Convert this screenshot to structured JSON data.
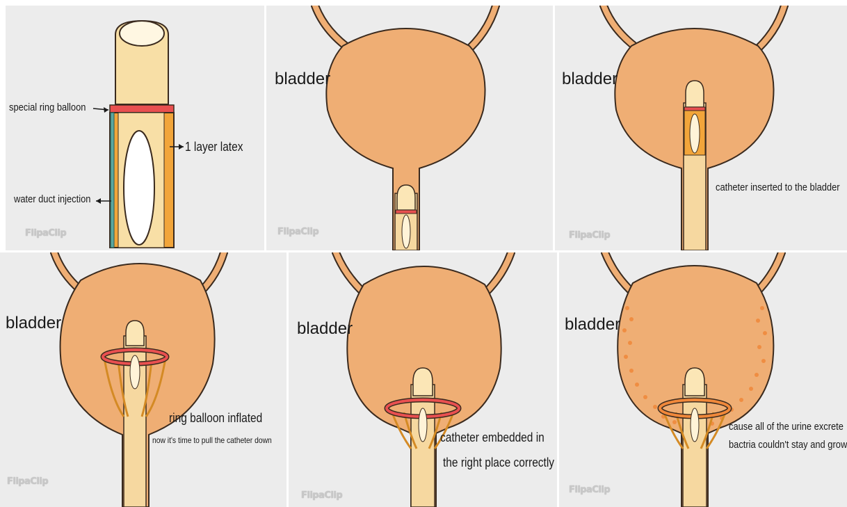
{
  "panel1": {
    "labels": {
      "ring_balloon": "special ring balloon",
      "latex": "1 layer latex",
      "water_duct": "water duct injection"
    },
    "watermark": "FlipaClip"
  },
  "panel2": {
    "organ": "bladder",
    "watermark": "FlipaClip"
  },
  "panel3": {
    "organ": "bladder",
    "caption": "catheter inserted to the bladder",
    "watermark": "FlipaClip"
  },
  "panel4": {
    "organ": "bladder",
    "caption_1": "ring balloon inflated",
    "caption_2": "now it's time to pull the catheter down",
    "watermark": "FlipaClip"
  },
  "panel5": {
    "organ": "bladder",
    "caption_1": "catheter embedded in",
    "caption_2": "the right place correctly",
    "watermark": "FlipaClip"
  },
  "panel6": {
    "organ": "bladder",
    "caption_1": "cause all of the urine excrete",
    "caption_2": "bactria couldn't stay and grow",
    "watermark": "FlipaClip"
  },
  "colors": {
    "background": "#ececec",
    "bladder": "#efae74",
    "outline": "#3a2a1e",
    "catheter_tube": "#f6d8a0",
    "catheter_tip": "#fbe6b6",
    "latex": "#f2a53a",
    "balloon": "#e95050",
    "duct": "#5aa7a0",
    "bacteria": "#f0883a"
  }
}
